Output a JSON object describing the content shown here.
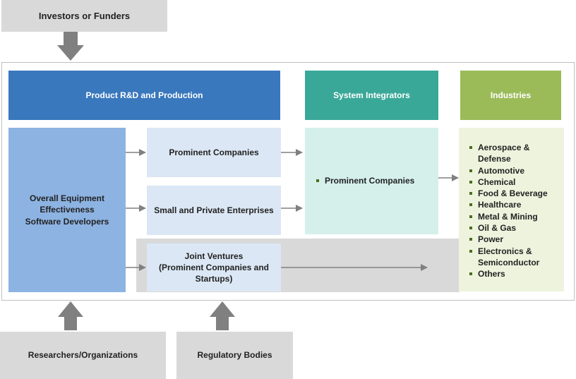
{
  "colors": {
    "rd_header": "#3a78bd",
    "si_header": "#3aa898",
    "ind_header": "#9bbb59",
    "developer_box": "#8db3e2",
    "companies_box": "#dbe7f4",
    "si_body": "#d5f0ea",
    "ind_body": "#eef3dd",
    "jv_band": "#d9d9d9",
    "arrow": "#808080"
  },
  "external": {
    "investors": "Investors or Funders",
    "researchers": "Researchers/Organizations",
    "regulatory": "Regulatory Bodies"
  },
  "headers": {
    "rd": "Product R&D and Production",
    "si": "System Integrators",
    "industries": "Industries"
  },
  "developers": "Overall Equipment Effectiveness Software Developers",
  "rd_boxes": {
    "prominent": "Prominent Companies",
    "small": "Small and Private Enterprises",
    "jv_line1": "Joint Ventures",
    "jv_line2": "(Prominent Companies and",
    "jv_line3": "Startups)"
  },
  "si_items": [
    "Prominent Companies"
  ],
  "industries": [
    "Aerospace &",
    "Defense",
    "Automotive",
    "Chemical",
    "Food & Beverage",
    "Healthcare",
    "Metal & Mining",
    "Oil & Gas",
    "Power",
    "Electronics &",
    "Semiconductor",
    "Others"
  ]
}
